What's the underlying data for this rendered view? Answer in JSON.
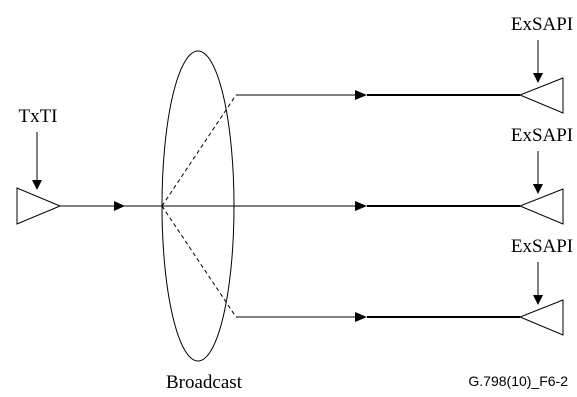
{
  "diagram": {
    "source_label": "TxTI",
    "sink_labels": [
      "ExSAPI",
      "ExSAPI",
      "ExSAPI"
    ],
    "broadcast_label": "Broadcast",
    "figure_id": "G.798(10)_F6-2"
  }
}
